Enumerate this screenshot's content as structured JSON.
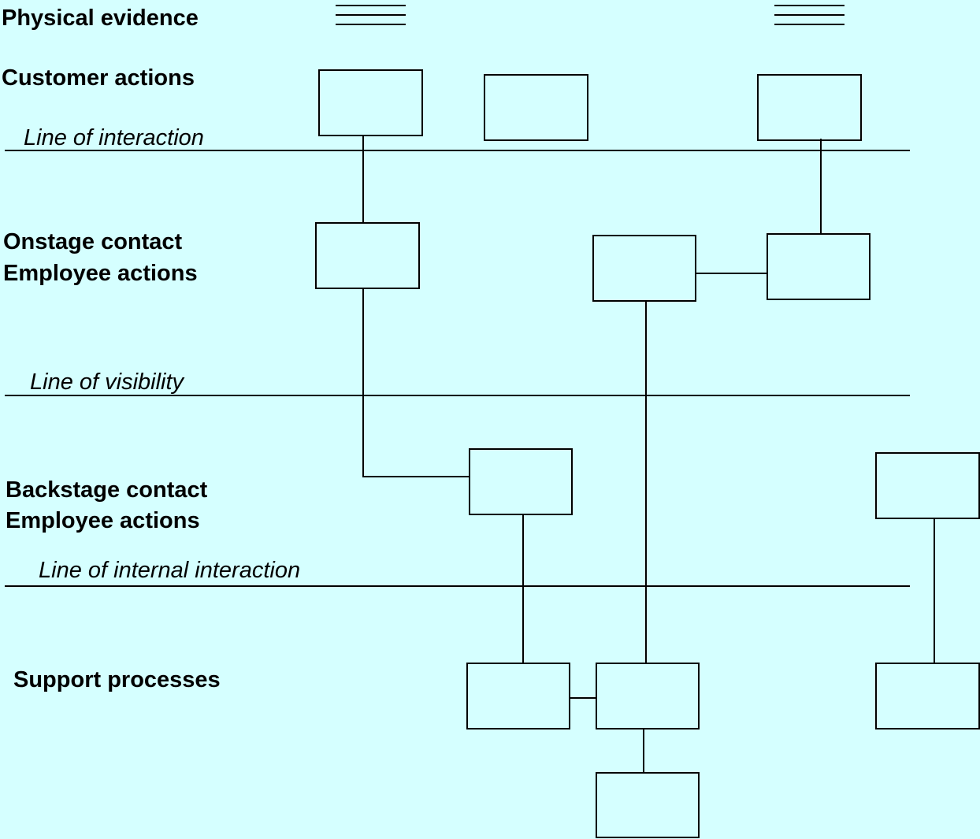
{
  "colors": {
    "background": "#d5ffff",
    "stroke": "#000000",
    "text": "#000000"
  },
  "lanes": {
    "physical_evidence": "Physical evidence",
    "customer_actions": "Customer actions",
    "onstage_line1": "Onstage contact",
    "onstage_line2": "Employee actions",
    "backstage_line1": "Backstage contact",
    "backstage_line2": "Employee actions",
    "support_processes": "Support processes"
  },
  "lines": {
    "interaction": "Line of interaction",
    "visibility": "Line of visibility",
    "internal_interaction": "Line of internal interaction"
  },
  "evidence_mark_icon": "triple-line-icon"
}
